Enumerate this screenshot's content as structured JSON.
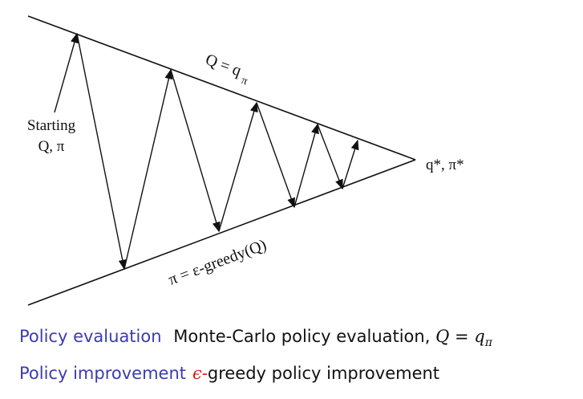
{
  "colors": {
    "term": "#3b3bb0",
    "epsilon": "#d11a1a",
    "ink": "#111111"
  },
  "diagram": {
    "start_label_line1": "Starting",
    "start_label_line2": "Q, π",
    "converge_label": "q*, π*",
    "top_line_label": "Q = q",
    "top_line_label_sub": "π",
    "bottom_line_label": "π = ε-greedy(Q)"
  },
  "rows": [
    {
      "term": "Policy evaluation",
      "desc": "Monte-Carlo policy evaluation,",
      "math_lhs": "Q",
      "math_eq": " = ",
      "math_rhs": "q",
      "math_sub": "π"
    },
    {
      "term": "Policy improvement",
      "eps_symbol": "ϵ-",
      "desc": "greedy policy improvement"
    }
  ]
}
